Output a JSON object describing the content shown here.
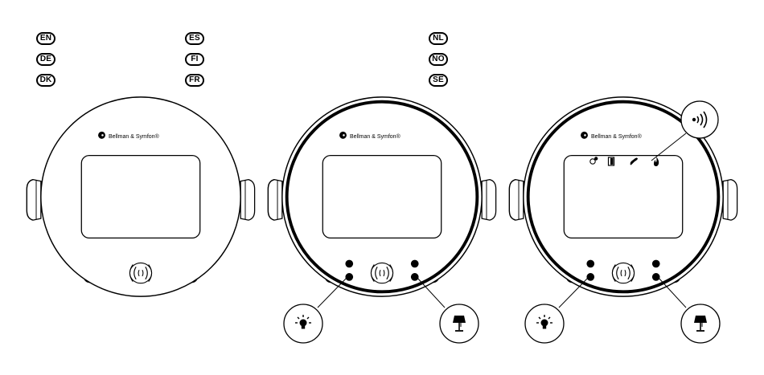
{
  "languages": {
    "col1": [
      "EN",
      "DE",
      "DK"
    ],
    "col2": [
      "ES",
      "FI",
      "FR"
    ],
    "col3": [
      "NL",
      "NO",
      "SE"
    ]
  },
  "devices": [
    {
      "brand": "Bellman & Symfon®"
    },
    {
      "brand": "Bellman & Symfon®"
    },
    {
      "brand": "Bellman & Symfon®"
    }
  ],
  "icons": {
    "wireless": "wireless-signal-icon",
    "light": "light-bulb-icon",
    "lamp": "table-lamp-icon",
    "baby": "baby-pacifier-icon",
    "door": "door-icon",
    "phone": "telephone-icon",
    "fire": "fire-icon"
  }
}
